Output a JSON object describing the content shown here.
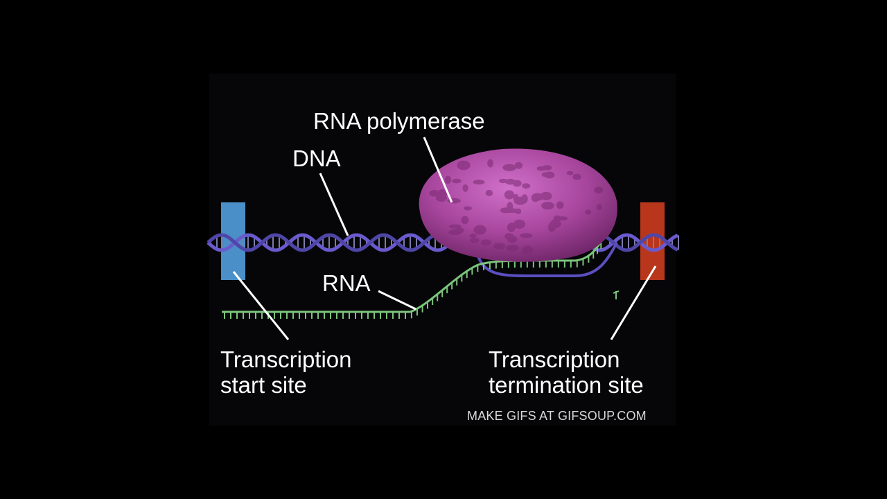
{
  "labels": {
    "rna_polymerase": "RNA polymerase",
    "dna": "DNA",
    "rna": "RNA",
    "start_site": [
      "Transcription",
      "start site"
    ],
    "termination_site": [
      "Transcription",
      "termination site"
    ]
  },
  "watermark": "MAKE GIFS AT GIFSOUP.COM",
  "colors": {
    "background": "#000000",
    "dna": "#6a5acd",
    "rna": "#7cc47c",
    "polymerase": "#b24aa8",
    "start_marker": "#4a8fc8",
    "termination_marker": "#c0391f"
  }
}
